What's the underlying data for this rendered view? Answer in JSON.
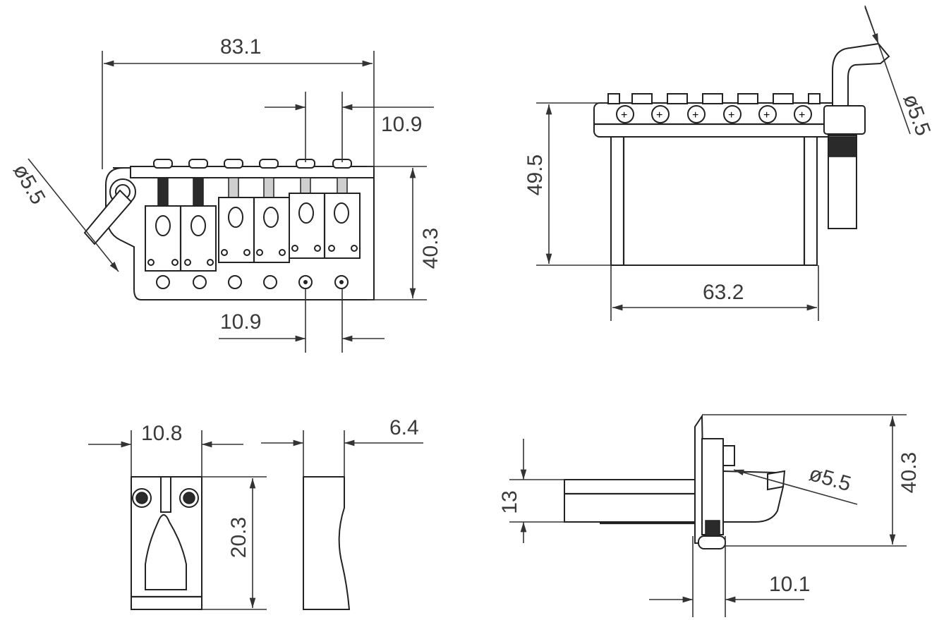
{
  "colors": {
    "line": "#333333",
    "text": "#3a3a3a",
    "background": "#ffffff"
  },
  "front_view": {
    "overall_width": "83.1",
    "saddle_spacing_top": "10.9",
    "saddle_spacing_bottom": "10.9",
    "height": "40.3",
    "arm_diameter": "ø5.5"
  },
  "side_view": {
    "height": "49.5",
    "block_width": "63.2",
    "arm_diameter": "ø5.5"
  },
  "saddle_view": {
    "width": "10.8",
    "length": "20.3",
    "thickness": "6.4"
  },
  "bottom_view": {
    "height": "40.3",
    "block_thickness": "13",
    "plate_offset": "10.1",
    "arm_diameter": "ø5.5"
  }
}
